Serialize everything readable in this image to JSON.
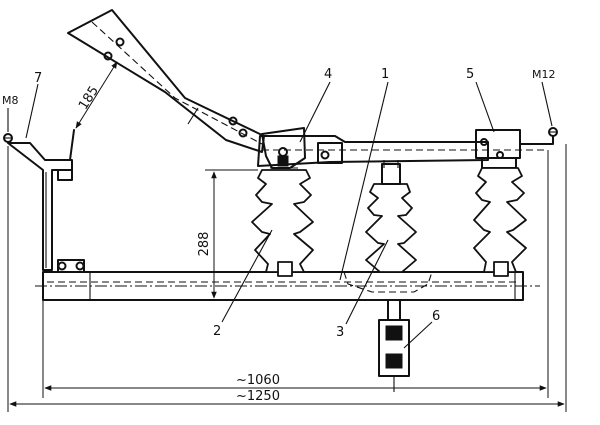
{
  "callouts": {
    "c1": "1",
    "c2": "2",
    "c3": "3",
    "c4": "4",
    "c5": "5",
    "c6": "6",
    "c7": "7"
  },
  "threads": {
    "left": "M8",
    "right": "M12"
  },
  "dimensions": {
    "arm_offset": "185",
    "insulator_height": "288",
    "contact_span": "~1060",
    "overall_length": "~1250"
  }
}
